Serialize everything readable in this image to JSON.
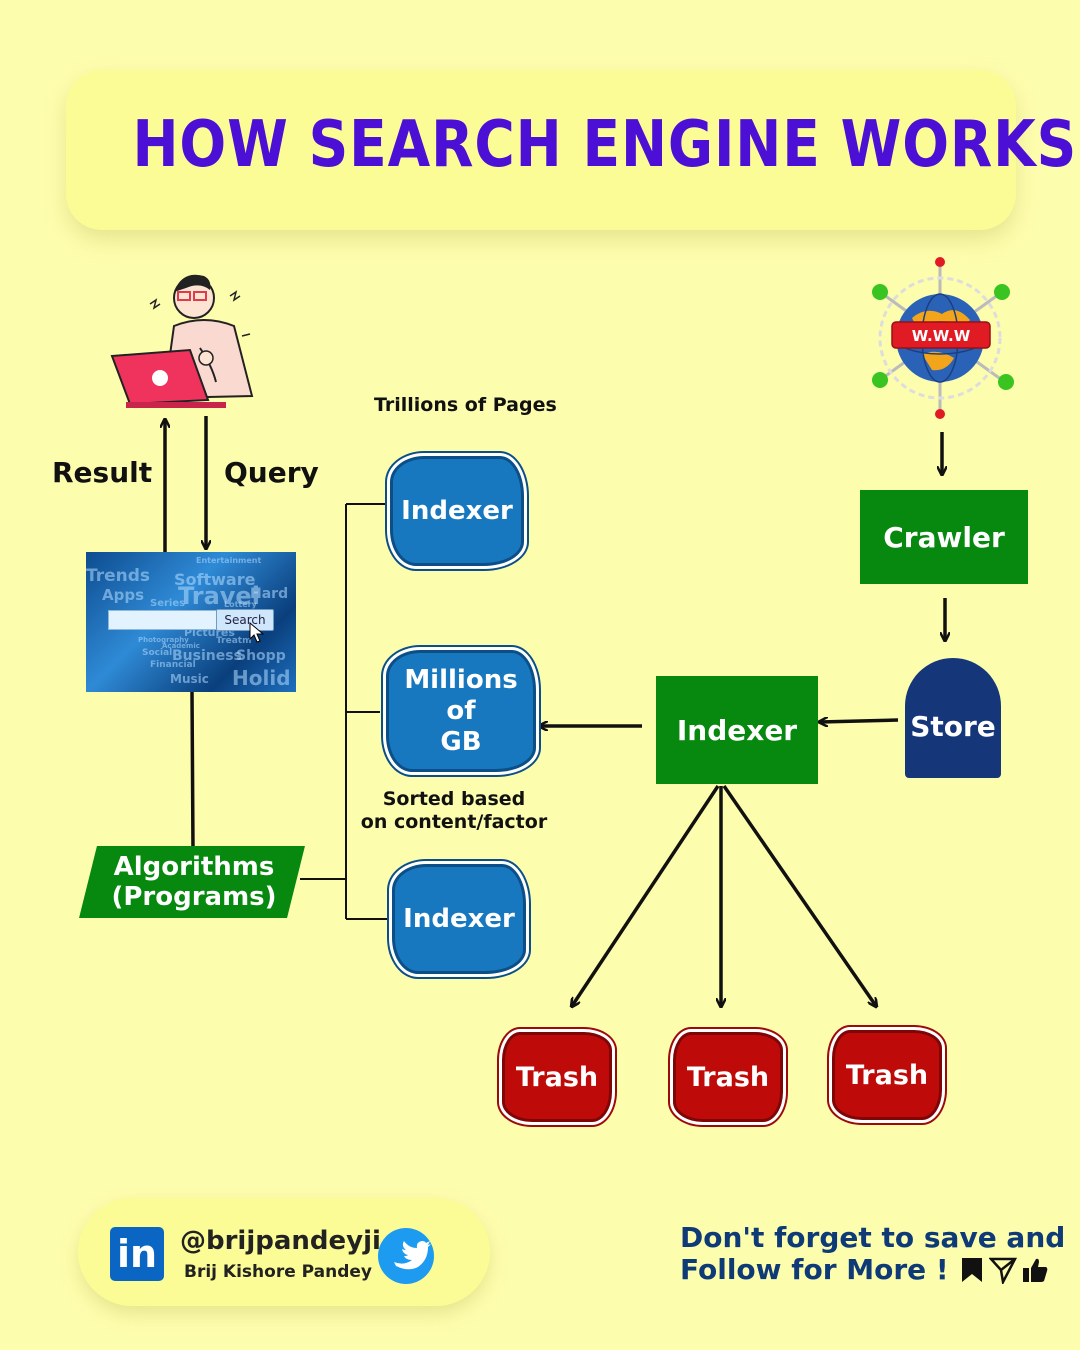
{
  "title": "HOW SEARCH ENGINE WORKS",
  "labels": {
    "result": "Result",
    "query": "Query",
    "trillions": "Trillions of Pages",
    "sorted_line1": "Sorted based",
    "sorted_line2": "on content/factor"
  },
  "search_image": {
    "button": "Search",
    "words": [
      "Trends",
      "Software",
      "Apps",
      "Travel",
      "Hard",
      "Series",
      "Pictures",
      "Business",
      "Shopp",
      "Social",
      "Financial",
      "Music",
      "Holid",
      "Entertainment",
      "Treatm",
      "Photography",
      "Academic",
      "Lottery"
    ]
  },
  "blobs": {
    "indexer_top": "Indexer",
    "millions_line1": "Millions",
    "millions_line2": "of",
    "millions_line3": "GB",
    "indexer_bottom": "Indexer"
  },
  "algorithms": {
    "line1": "Algorithms",
    "line2": "(Programs)"
  },
  "right_flow": {
    "www": "W.W.W",
    "crawler": "Crawler",
    "store": "Store",
    "indexer": "Indexer"
  },
  "trash": [
    "Trash",
    "Trash",
    "Trash"
  ],
  "footer": {
    "linkedin_letter": "in",
    "handle": "@brijpandeyji",
    "author": "Brij Kishore Pandey",
    "cta_line1": "Don't forget to save and",
    "cta_line2": "Follow for More !"
  },
  "colors": {
    "background": "#fdfdae",
    "title": "#4b0fd6",
    "green": "#07880f",
    "blue_blob": "#1778bf",
    "trash": "#bf0a0a",
    "store": "#16367a",
    "cta": "#0f3a78"
  }
}
